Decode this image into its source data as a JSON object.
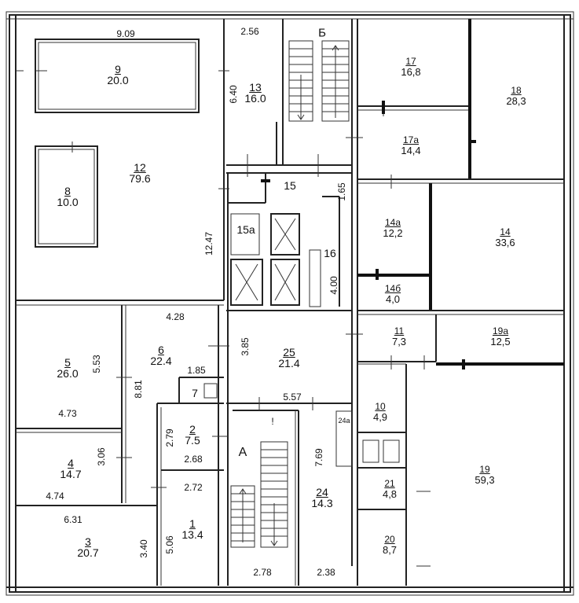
{
  "rooms": [
    {
      "id": "r12",
      "num": "12",
      "area": "79.6"
    },
    {
      "id": "r9",
      "num": "9",
      "area": "20.0"
    },
    {
      "id": "r8",
      "num": "8",
      "area": "10.0"
    },
    {
      "id": "r13",
      "num": "13",
      "area": "16.0"
    },
    {
      "id": "r17",
      "num": "17",
      "area": "16,8"
    },
    {
      "id": "r17a",
      "num": "17а",
      "area": "14,4"
    },
    {
      "id": "r18",
      "num": "18",
      "area": "28,3"
    },
    {
      "id": "r14a",
      "num": "14а",
      "area": "12,2"
    },
    {
      "id": "r14b",
      "num": "14б",
      "area": "4,0"
    },
    {
      "id": "r14",
      "num": "14",
      "area": "33,6"
    },
    {
      "id": "r11",
      "num": "11",
      "area": "7,3"
    },
    {
      "id": "r19a",
      "num": "19а",
      "area": "12,5"
    },
    {
      "id": "r10",
      "num": "10",
      "area": "4,9"
    },
    {
      "id": "r19",
      "num": "19",
      "area": "59,3"
    },
    {
      "id": "r21",
      "num": "21",
      "area": "4,8"
    },
    {
      "id": "r20",
      "num": "20",
      "area": "8,7"
    },
    {
      "id": "r5",
      "num": "5",
      "area": "26.0"
    },
    {
      "id": "r6",
      "num": "6",
      "area": "22.4"
    },
    {
      "id": "r25",
      "num": "25",
      "area": "21.4"
    },
    {
      "id": "r2",
      "num": "2",
      "area": "7.5"
    },
    {
      "id": "r4",
      "num": "4",
      "area": "14.7"
    },
    {
      "id": "r1",
      "num": "1",
      "area": "13.4"
    },
    {
      "id": "r3",
      "num": "3",
      "area": "20.7"
    },
    {
      "id": "r24",
      "num": "24",
      "area": "14.3"
    }
  ],
  "tags": {
    "r15": "15",
    "r15a": "15а",
    "r16": "16",
    "r7": "7",
    "r24a": "24а",
    "stairA": "А",
    "stairB": "Б",
    "mark": "!"
  },
  "dims": {
    "d909": "9.09",
    "d256": "2.56",
    "d640": "6.40",
    "d1247": "12.47",
    "d165": "1.65",
    "d400": "4.00",
    "d428": "4.28",
    "d385": "3.85",
    "d553": "5.53",
    "d881": "8.81",
    "d185": "1.85",
    "d473": "4.73",
    "d557": "5.57",
    "d279": "2.79",
    "d268": "2.68",
    "d306": "3.06",
    "d474": "4.74",
    "d272": "2.72",
    "d769": "7.69",
    "d631": "6.31",
    "d340": "3.40",
    "d506": "5.06",
    "d278": "2.78",
    "d238": "2.38"
  }
}
